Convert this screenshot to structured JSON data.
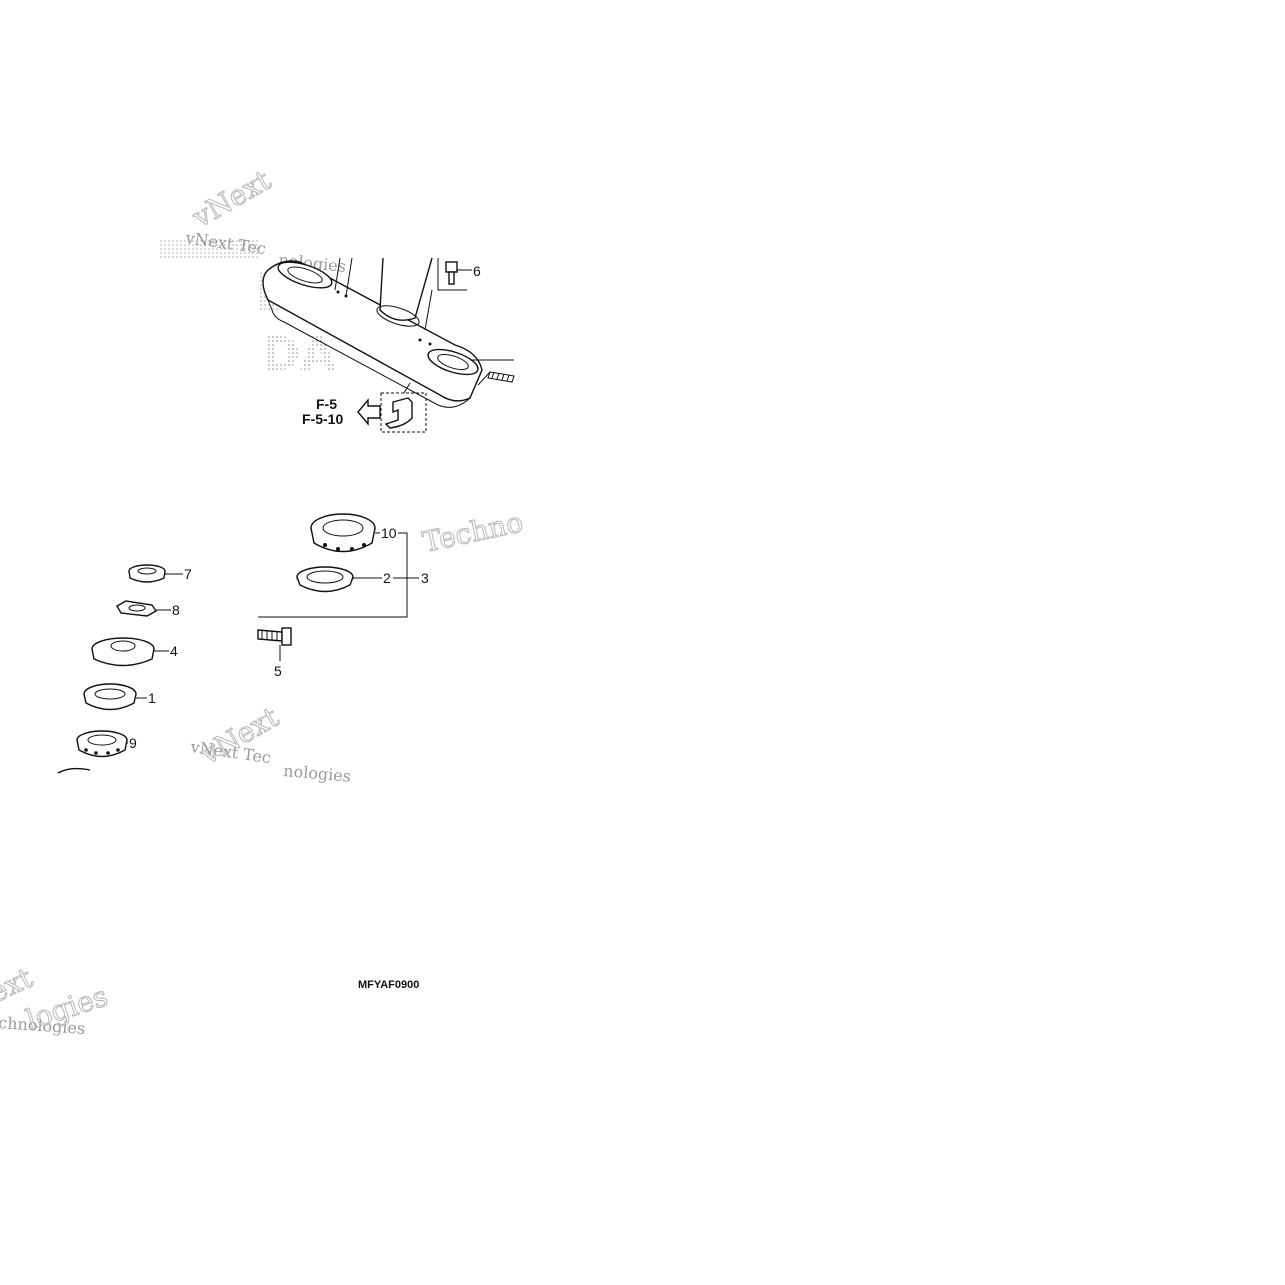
{
  "diagram": {
    "callouts": {
      "c1": "1",
      "c2": "2",
      "c3": "3",
      "c4": "4",
      "c5": "5",
      "c6": "6",
      "c7": "7",
      "c8": "8",
      "c9": "9",
      "c10": "10"
    },
    "references": {
      "ref1": "F-5",
      "ref2": "F-5-10"
    },
    "drawing_code": "MFYAF0900",
    "watermarks": {
      "w1": "vNext Tec",
      "w1b": "nologies",
      "w2": "Techno",
      "w3": "vNext Tec",
      "w3b": "nologies",
      "w4": "ext",
      "w4b": "chnologies"
    },
    "colors": {
      "ink": "#111111",
      "watermark": "#9a9a9a",
      "background": "#ffffff"
    }
  }
}
